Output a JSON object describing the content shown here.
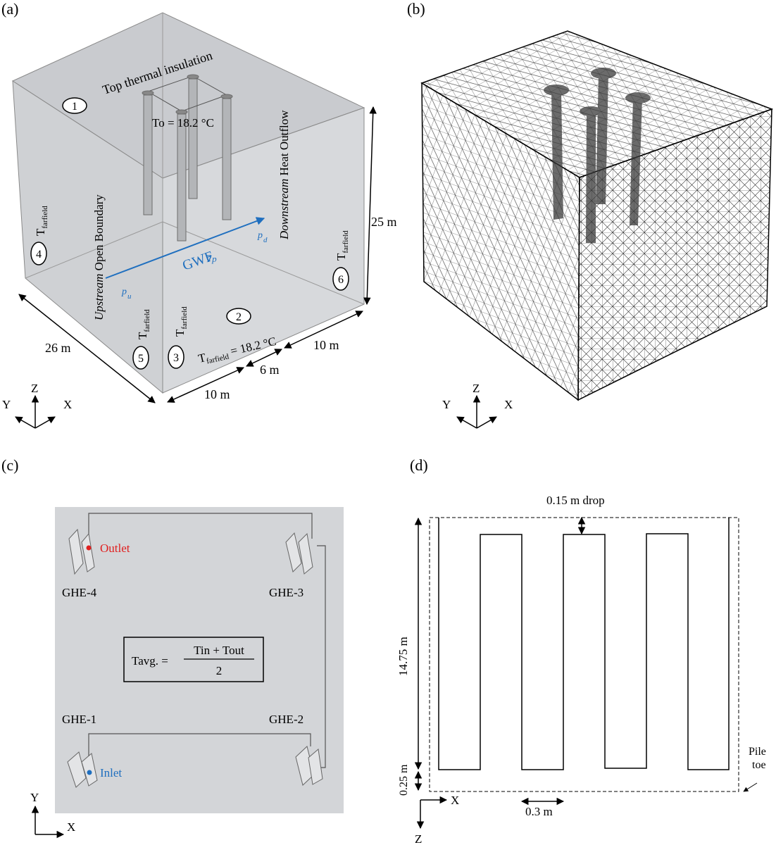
{
  "panel_a": {
    "label": "(a)",
    "top_label": "Top thermal insulation",
    "t0_label": "To = 18.2 °C",
    "upstream_word": "Upstream",
    "upstream_rest": " Open Boundary",
    "downstream_word": "Downstream",
    "downstream_rest": " Heat Outflow",
    "gwf": "GWF",
    "grad_p": "∇p",
    "p_u": "p",
    "p_u_sub": "u",
    "p_d": "p",
    "p_d_sub": "d",
    "tfar_T": "T",
    "tfar_sub": "farfield",
    "bottom_eq_rest": " = 18.2 °C",
    "dim_25": "25 m",
    "dim_26": "26 m",
    "dim_10a": "10 m",
    "dim_6": "6 m",
    "dim_10b": "10 m",
    "circles": [
      "1",
      "2",
      "3",
      "4",
      "5",
      "6"
    ],
    "axis": {
      "z": "Z",
      "y": "Y",
      "x": "X"
    }
  },
  "panel_b": {
    "label": "(b)",
    "axis": {
      "z": "Z",
      "y": "Y",
      "x": "X"
    }
  },
  "panel_c": {
    "label": "(c)",
    "outlet": "Outlet",
    "inlet": "Inlet",
    "ghe": [
      "GHE-4",
      "GHE-3",
      "GHE-1",
      "GHE-2"
    ],
    "formula_lhs": "Tavg. =",
    "formula_num": "Tin + Tout",
    "formula_den": "2",
    "axis": {
      "y": "Y",
      "x": "X"
    },
    "colors": {
      "outlet": "#e02020",
      "inlet": "#1f6fbf",
      "background": "#d3d5d8"
    }
  },
  "panel_d": {
    "label": "(d)",
    "drop": "0.15 m drop",
    "height": "14.75 m",
    "bottom": "0.25 m",
    "spacing": "0.3 m",
    "pile_toe": "Pile toe",
    "axis": {
      "x": "X",
      "z": "Z"
    }
  }
}
